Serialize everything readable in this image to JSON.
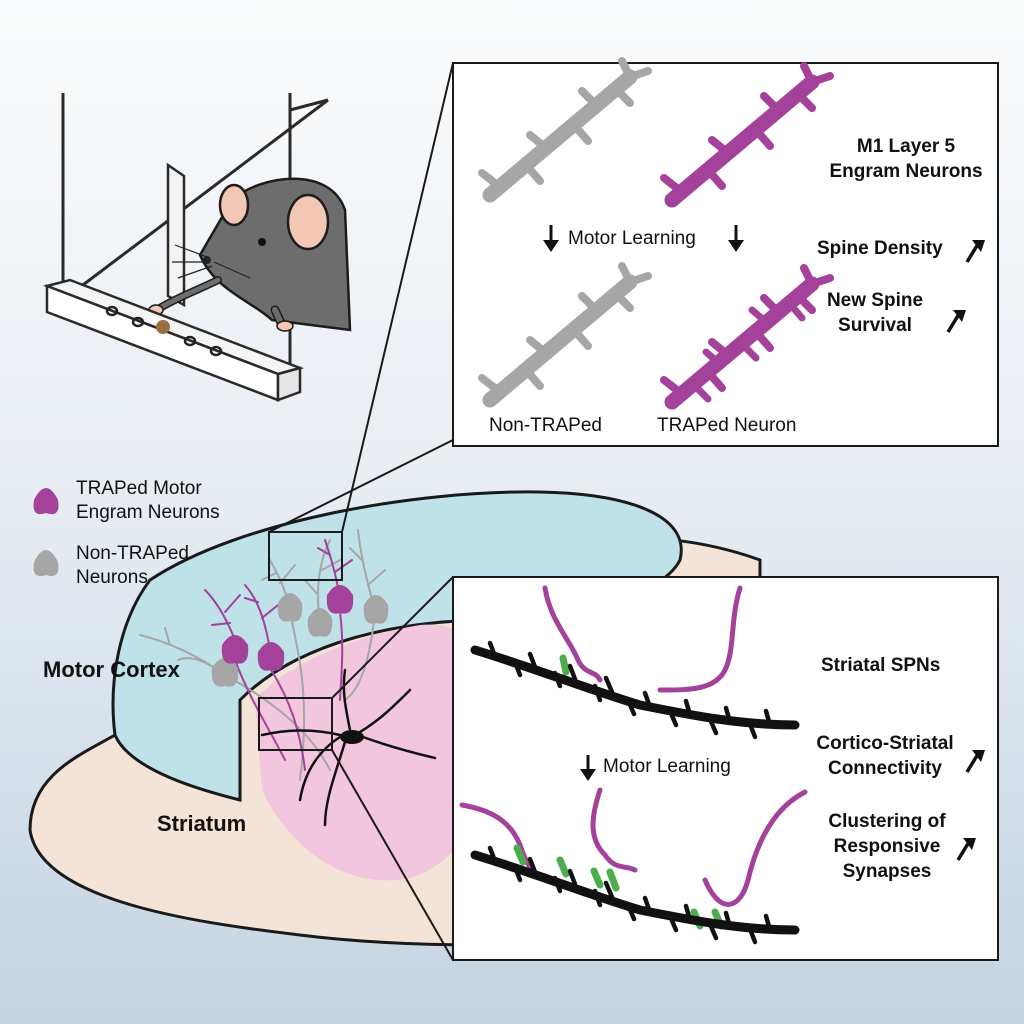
{
  "colors": {
    "engram": "#a3419b",
    "non_traped": "#a6a6a6",
    "synapse": "#4cad4c",
    "cortex": "#bfe2e9",
    "striatum": "#f2c6dc",
    "brain": "#f4e3d7"
  },
  "legend": {
    "traped": "TRAPed Motor\nEngram Neurons",
    "non_traped": "Non-TRAPed\nNeurons"
  },
  "regions": {
    "motor_cortex": "Motor Cortex",
    "striatum": "Striatum"
  },
  "top_panel": {
    "title": "M1 Layer 5\nEngram Neurons",
    "motor_learning": "Motor Learning",
    "spine_density": "Spine Density",
    "new_spine_survival": "New Spine\nSurvival",
    "non_traped": "Non-TRAPed",
    "traped_neuron": "TRAPed Neuron"
  },
  "bottom_panel": {
    "title": "Striatal SPNs",
    "motor_learning": "Motor Learning",
    "connectivity": "Cortico-Striatal\nConnectivity",
    "clustering": "Clustering of\nResponsive\nSynapses"
  }
}
